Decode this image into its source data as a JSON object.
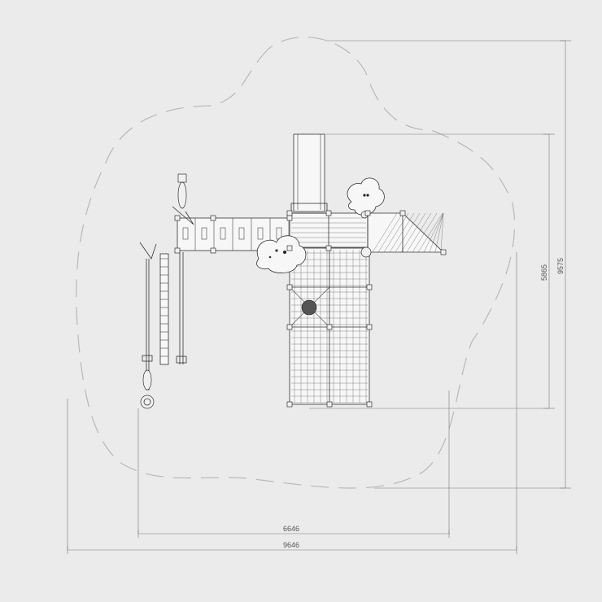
{
  "dimensions": {
    "overall_width": "9646",
    "equipment_width": "6646",
    "overall_depth": "9575",
    "equipment_depth": "5865"
  },
  "colors": {
    "background": "#ebebeb",
    "line": "#333333",
    "safety_zone": "#b8b8b8"
  },
  "icons": [
    "climbing-net-icon",
    "roof-panel-icon",
    "slide-icon",
    "swing-icon",
    "cloud-panel-icon"
  ]
}
